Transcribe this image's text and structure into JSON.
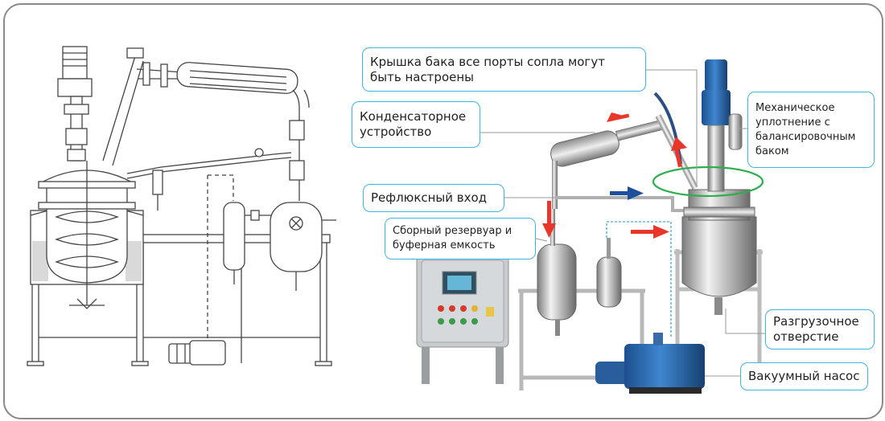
{
  "colors": {
    "callout_border": "#3fb6e0",
    "arrow_red": "#e8372a",
    "arrow_blue": "#1e4f9c",
    "ring_green": "#2eae4e",
    "frame_border": "#8a8a8a"
  },
  "callouts": {
    "tank_lid": "Крышка бака все порты сопла могут быть настроены",
    "condenser": "Конденсаторное устройство",
    "reflux_inlet": "Рефлюксный вход",
    "collection_tank": "Сборный резервуар и буферная емкость",
    "mechanical_seal": "Механическое уплотнение с балансировочным баком",
    "discharge": "Разгрузочное отверстие",
    "vacuum_pump": "Вакуумный насос"
  }
}
